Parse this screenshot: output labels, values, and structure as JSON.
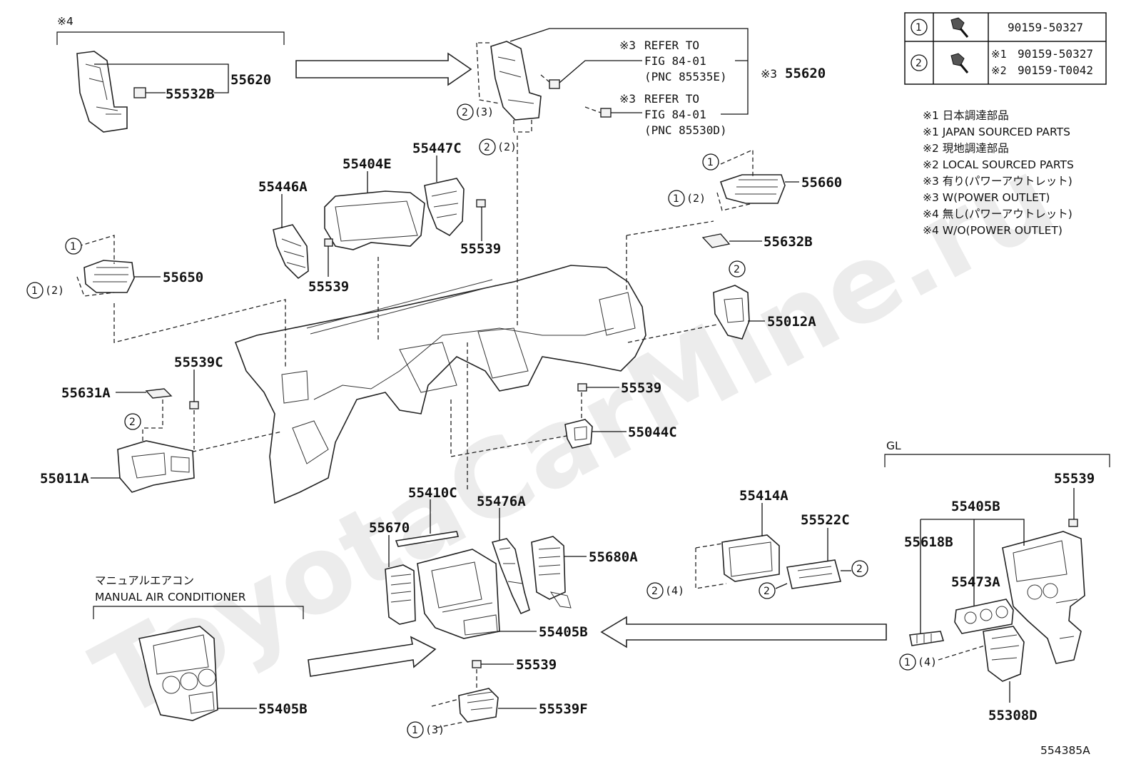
{
  "watermark": "ToyotaCarMine.ru",
  "labels": {
    "p55620a": "55620",
    "p55532b": "55532B",
    "p55620b": "55620",
    "p55404e": "55404E",
    "p55447c": "55447C",
    "p55446a": "55446A",
    "p55539a": "55539",
    "p55539b": "55539",
    "p55660": "55660",
    "p55632b": "55632B",
    "p55650": "55650",
    "p55012a": "55012A",
    "p55539c": "55539C",
    "p55631a": "55631A",
    "p55539d": "55539",
    "p55044c": "55044C",
    "p55011a": "55011A",
    "p55410c": "55410C",
    "p55476a": "55476A",
    "p55670": "55670",
    "p55680a": "55680A",
    "p55405b_c": "55405B",
    "p55414a": "55414A",
    "p55522c": "55522C",
    "p55539e": "55539",
    "p55539f": "55539F",
    "p55405b_m": "55405B",
    "p55539g": "55539",
    "p55405b_g": "55405B",
    "p55618b": "55618B",
    "p55473a": "55473A",
    "p55308d": "55308D"
  },
  "marks": {
    "note4": "※4",
    "note3": "※3",
    "gl": "GL",
    "manual_jp": "マニュアルエアコン",
    "manual_en": "MANUAL AIR CONDITIONER",
    "drawing_no": "554385A"
  },
  "refs": {
    "r1_l1": "REFER TO",
    "r1_l2": "FIG 84-01",
    "r1_l3": "(PNC 85535E)",
    "r2_l1": "REFER TO",
    "r2_l2": "FIG 84-01",
    "r2_l3": "(PNC 85530D)"
  },
  "circles": {
    "c_2_3": "(3)",
    "c_2_2": "(2)",
    "c_1_plain": "",
    "c_1_2_left": "(2)",
    "c_1_2_right": "(2)",
    "c_1_3": "(3)",
    "c_2_4": "(4)",
    "c_1_4": "(4)"
  },
  "fastener_table": {
    "rows": [
      {
        "key": "①",
        "parts": [
          {
            "note": "",
            "num": "90159-50327"
          }
        ]
      },
      {
        "key": "②",
        "parts": [
          {
            "note": "※1",
            "num": "90159-50327"
          },
          {
            "note": "※2",
            "num": "90159-T0042"
          }
        ]
      }
    ]
  },
  "legend": [
    "※1 日本調達部品",
    "※1 JAPAN SOURCED PARTS",
    "※2 現地調達部品",
    "※2 LOCAL SOURCED PARTS",
    "※3 有り(パワーアウトレット)",
    "※3 W(POWER OUTLET)",
    "※4 無し(パワーアウトレット)",
    "※4 W/O(POWER OUTLET)"
  ]
}
